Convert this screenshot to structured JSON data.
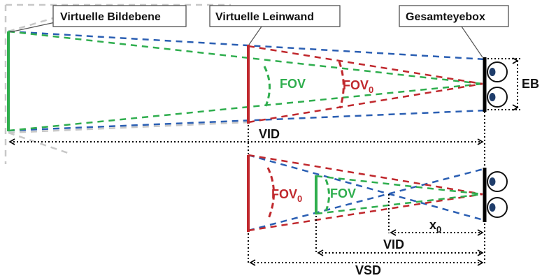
{
  "labels": {
    "virtual_image_plane": "Virtuelle Bildebene",
    "virtual_screen": "Virtuelle Leinwand",
    "total_eyebox": "Gesamteyebox",
    "fov": "FOV",
    "fov0_base": "FOV",
    "fov0_sub": "0",
    "eb": "EB",
    "vid": "VID",
    "x0_base": "x",
    "x0_sub": "0",
    "vsd": "VSD"
  },
  "colors": {
    "green": "#2fae4e",
    "red": "#c0282d",
    "blue": "#2b5fb3",
    "gray": "#c8c8c8",
    "black": "#000000",
    "eye_iris": "#1f3d6b"
  }
}
